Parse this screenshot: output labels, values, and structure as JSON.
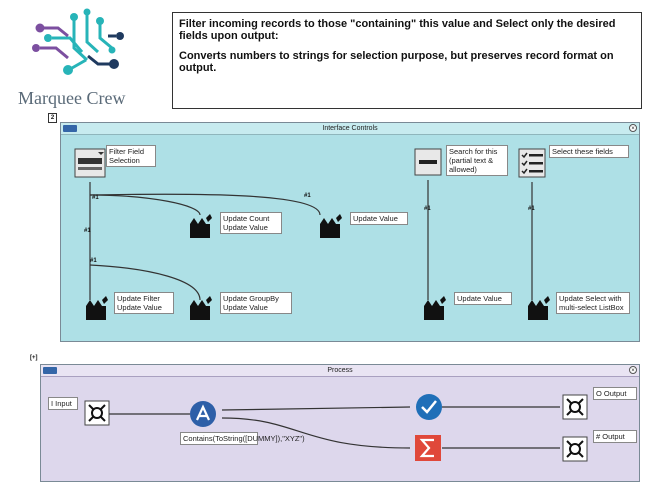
{
  "brand": {
    "name": "Marquee Crew",
    "colors": {
      "purple": "#7c4fa0",
      "teal": "#27b4b8",
      "navy": "#1f3a5f"
    }
  },
  "note": {
    "line1": "Filter incoming records to those \"containing\" this value and Select only the desired fields upon output:",
    "line2": "Converts numbers to strings for selection purpose, but preserves record format on output."
  },
  "interface_controls": {
    "title": "Interface Controls",
    "collapse_glyph": "×",
    "toggle": "2",
    "labels": {
      "filter_field": "Filter Field Selection",
      "search": "Search for this (partial text & allowed)",
      "select_fields": "Select these fields",
      "update_count": "Update Count Update Value",
      "update_value_1": "Update Value",
      "update_filter": "Update Filter Update Value",
      "update_groupby": "Update GroupBy Update Value",
      "update_value_2": "Update Value",
      "update_select": "Update Select with multi-select ListBox"
    },
    "connection_tag": "#1"
  },
  "process": {
    "title": "Process",
    "collapse_glyph": "×",
    "toggle": "[+]",
    "labels": {
      "input": "I Input",
      "formula": "Contains(ToString([DUMMY]),\"XYZ\")",
      "o_output": "O Output",
      "hash_output": "# Output"
    }
  }
}
